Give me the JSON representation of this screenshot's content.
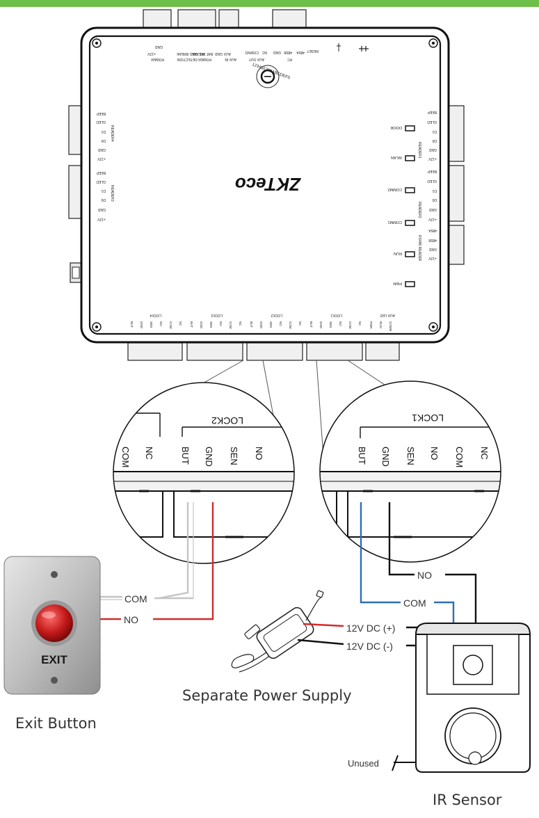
{
  "brand_logo": "ZKTeco",
  "controller": {
    "top_labels": {
      "power": "POWER",
      "power_pins": [
        "+12V",
        "GND"
      ],
      "power_detection": "POWER DETECTION",
      "pd_pins": [
        "BREAK",
        "GND",
        "AC FAIL",
        "BAT FAIL"
      ],
      "aux_in": "AUX IN",
      "aux_in_pins": [
        "AUX",
        "GND"
      ],
      "aux_out": "AUX OUT",
      "aux_out_pins": [
        "NC",
        "COM",
        "NO"
      ],
      "pc": "PC",
      "pc_pins": [
        "485A",
        "485B",
        "GND"
      ],
      "reset": "RESET",
      "dip": "123456789ABCDEF0"
    },
    "left_readers": [
      {
        "name": "READER4",
        "pins": [
          "BEEP",
          "GLED",
          "D1",
          "D0",
          "GND",
          "+12V"
        ]
      },
      {
        "name": "READER3",
        "pins": [
          "BEEP",
          "GLED",
          "D1",
          "D0",
          "GND",
          "+12V"
        ]
      }
    ],
    "right_readers": [
      {
        "name": "READER1",
        "pins": [
          "BEEP",
          "GLED",
          "D1",
          "D0",
          "GND",
          "+12V"
        ]
      },
      {
        "name": "READER2",
        "pins": [
          "BEEP",
          "GLED",
          "D1",
          "D0",
          "GND",
          "+12V"
        ]
      },
      {
        "name": "RS485 READER",
        "pins": [
          "485A",
          "485B",
          "GND",
          "+12V"
        ]
      }
    ],
    "leds": [
      "DOOR",
      "WLAN",
      "COMM2",
      "COMM1",
      "RUN",
      "PWR"
    ],
    "bottom_groups": [
      {
        "name": "LOCK4",
        "pins": [
          "BUT",
          "GND",
          "SEN",
          "NO",
          "COM",
          "NC"
        ]
      },
      {
        "name": "LOCK3",
        "pins": [
          "BUT",
          "GND",
          "SEN",
          "NO",
          "COM",
          "NC"
        ]
      },
      {
        "name": "LOCK2",
        "pins": [
          "BUT",
          "GND",
          "SEN",
          "NO",
          "COM",
          "NC"
        ]
      },
      {
        "name": "LOCK1",
        "pins": [
          "BUT",
          "GND",
          "SEN",
          "NO",
          "COM",
          "NC"
        ]
      },
      {
        "name": "AUX LED",
        "pins": [
          "PWR",
          "RUN",
          "COMM"
        ]
      }
    ]
  },
  "zoom_left": {
    "header": "LOCK2",
    "pins": [
      "COM",
      "NC",
      "BUT",
      "GND",
      "SEN",
      "NO"
    ]
  },
  "zoom_right": {
    "header": "LOCK1",
    "pins": [
      "BUT",
      "GND",
      "SEN",
      "NO",
      "COM",
      "NC"
    ]
  },
  "wires": {
    "exit_com": "COM",
    "exit_no": "NO",
    "ir_no": "NO",
    "ir_com": "COM",
    "dc_plus": "12V DC (+)",
    "dc_minus": "12V DC (-)",
    "unused": "Unused"
  },
  "exit_button_text": "EXIT",
  "captions": {
    "exit_button": "Exit Button",
    "power_supply": "Separate Power Supply",
    "ir_sensor": "IR Sensor"
  },
  "colors": {
    "top_bar": "#6ebe4a",
    "red_wire": "#d42a2a",
    "blue_wire": "#2d6fb3",
    "black_wire": "#111111",
    "gray_wire": "#bcbcbc",
    "logo_green": "#7cc142"
  }
}
